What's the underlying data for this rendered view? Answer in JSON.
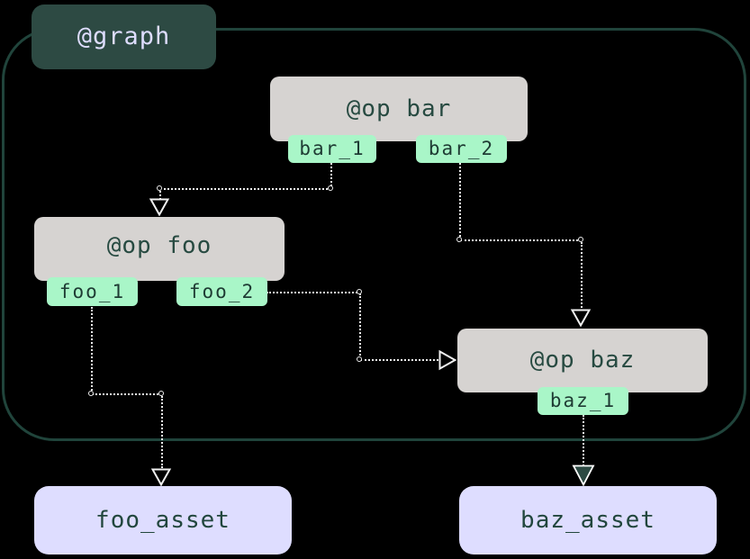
{
  "diagram": {
    "type": "dag",
    "graph_label": "@graph",
    "ops": [
      {
        "id": "bar",
        "label": "@op bar",
        "outputs": [
          "bar_1",
          "bar_2"
        ]
      },
      {
        "id": "foo",
        "label": "@op foo",
        "outputs": [
          "foo_1",
          "foo_2"
        ]
      },
      {
        "id": "baz",
        "label": "@op baz",
        "outputs": [
          "baz_1"
        ]
      }
    ],
    "assets": [
      {
        "id": "foo_asset",
        "label": "foo_asset"
      },
      {
        "id": "baz_asset",
        "label": "baz_asset"
      }
    ],
    "edges": [
      {
        "from": "bar_1",
        "to": "@op foo",
        "style": "dotted",
        "arrowhead": "open"
      },
      {
        "from": "bar_2",
        "to": "@op baz",
        "style": "dotted",
        "arrowhead": "open"
      },
      {
        "from": "foo_2",
        "to": "@op baz",
        "style": "dotted",
        "arrowhead": "open"
      },
      {
        "from": "foo_1",
        "to": "foo_asset",
        "style": "dotted",
        "arrowhead": "open"
      },
      {
        "from": "baz_1",
        "to": "baz_asset",
        "style": "dotted",
        "arrowhead": "filled"
      }
    ],
    "colors": {
      "background": "#000000",
      "graph_label_bg": "#2D4A43",
      "graph_label_text": "#DEDDFF",
      "graph_border": "#20443B",
      "op_bg": "#D6D3D1",
      "op_text": "#274A41",
      "output_tag_bg": "#A9F6C8",
      "output_tag_text": "#1E3B33",
      "asset_bg": "#DEDDFF",
      "asset_text": "#21463D",
      "edge": "#ECECEC",
      "arrowhead_filled": "#2D4A43"
    }
  }
}
